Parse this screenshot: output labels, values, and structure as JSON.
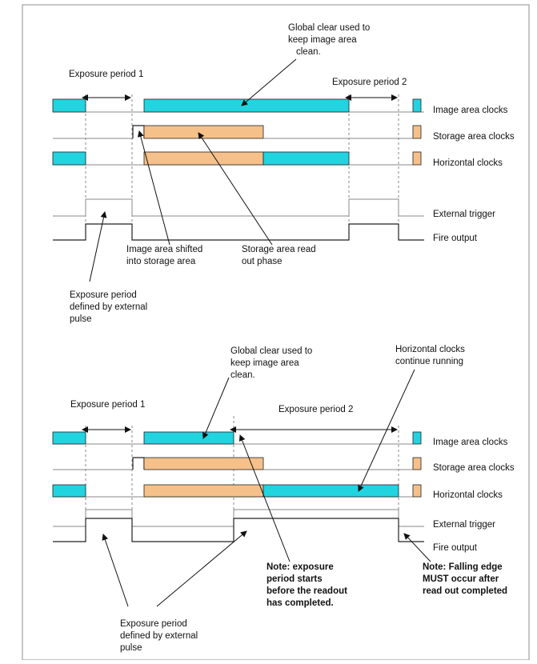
{
  "top": {
    "exposure1": "Exposure period 1",
    "exposure2": "Exposure period 2",
    "global_clear": [
      "Global clear used to",
      "keep image area",
      "clean."
    ],
    "signals": {
      "image": "Image area clocks",
      "storage": "Storage area clocks",
      "horizontal": "Horizontal clocks",
      "trigger": "External trigger",
      "fire": "Fire output"
    },
    "shifted": [
      "Image area shifted",
      "into storage area"
    ],
    "readout": [
      "Storage area read",
      "out phase"
    ],
    "defined": [
      "Exposure period",
      "defined by external",
      "pulse"
    ]
  },
  "bottom": {
    "exposure1": "Exposure period 1",
    "exposure2": "Exposure period 2",
    "global_clear": [
      "Global clear used to",
      "keep image area",
      "clean."
    ],
    "horiz_continue": [
      "Horizontal clocks",
      "continue running"
    ],
    "signals": {
      "image": "Image area clocks",
      "storage": "Storage area clocks",
      "horizontal": "Horizontal clocks",
      "trigger": "External trigger",
      "fire": "Fire output"
    },
    "note1": [
      "Note: exposure",
      "period starts",
      "before the readout",
      "has completed."
    ],
    "note2": [
      "Note: Falling edge",
      "MUST occur after",
      "read out completed"
    ],
    "defined": [
      "Exposure period",
      "defined by external",
      "pulse"
    ]
  },
  "colors": {
    "image_fill": "#22d3e0",
    "readout_fill": "#f5c08a",
    "frame": "#a0a0a0"
  }
}
